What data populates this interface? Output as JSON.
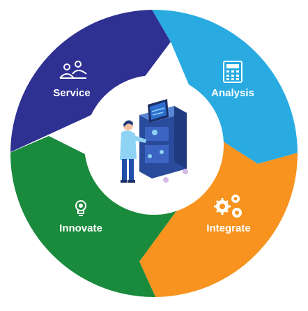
{
  "segments": [
    {
      "id": "service",
      "label": "Service",
      "icon": "people-icon",
      "color": "#2e3192"
    },
    {
      "id": "analysis",
      "label": "Analysis",
      "icon": "calculator-icon",
      "color": "#29abe2"
    },
    {
      "id": "integrate",
      "label": "Integrate",
      "icon": "gears-icon",
      "color": "#f7931e"
    },
    {
      "id": "innovate",
      "label": "Innovate",
      "icon": "lightbulb-icon",
      "color": "#1a8a3c"
    }
  ],
  "center": {
    "icon": "scientist-with-instrument-icon"
  },
  "colors": {
    "background": "#ffffff",
    "label": "#ffffff"
  }
}
